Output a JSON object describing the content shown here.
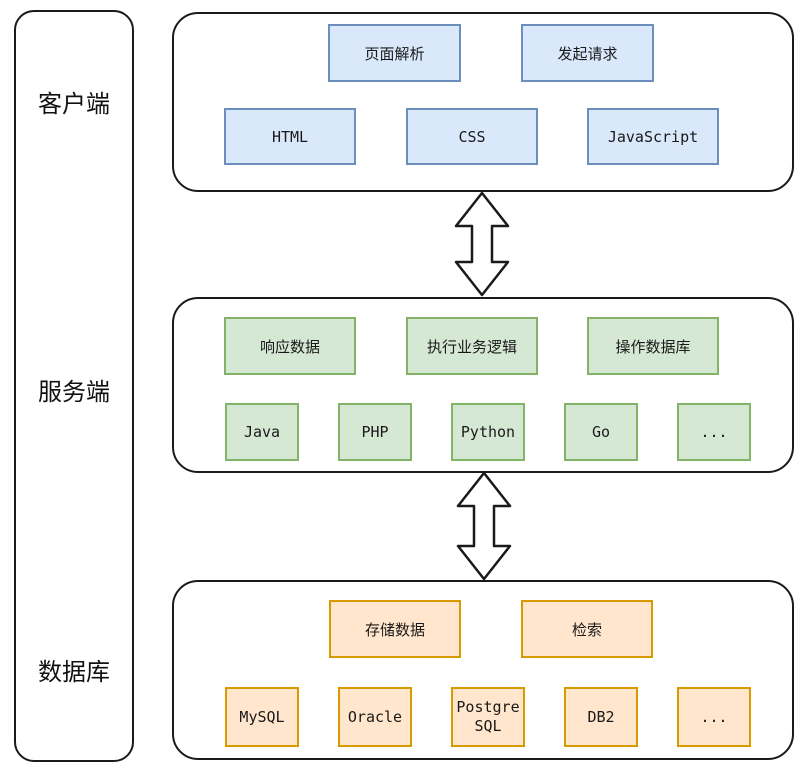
{
  "tiers": {
    "client": {
      "label": "客户端",
      "functions": [
        "页面解析",
        "发起请求"
      ],
      "technologies": [
        "HTML",
        "CSS",
        "JavaScript"
      ]
    },
    "server": {
      "label": "服务端",
      "functions": [
        "响应数据",
        "执行业务逻辑",
        "操作数据库"
      ],
      "technologies": [
        "Java",
        "PHP",
        "Python",
        "Go",
        "..."
      ]
    },
    "database": {
      "label": "数据库",
      "functions": [
        "存储数据",
        "检索"
      ],
      "technologies": [
        "MySQL",
        "Oracle",
        "Postgre\nSQL",
        "DB2",
        "..."
      ]
    }
  },
  "colors": {
    "client_fill": "#dae8fc",
    "client_stroke": "#6c8ebf",
    "server_fill": "#d5e8d4",
    "server_stroke": "#82b366",
    "database_fill": "#ffe6cc",
    "database_stroke": "#d79b00"
  }
}
